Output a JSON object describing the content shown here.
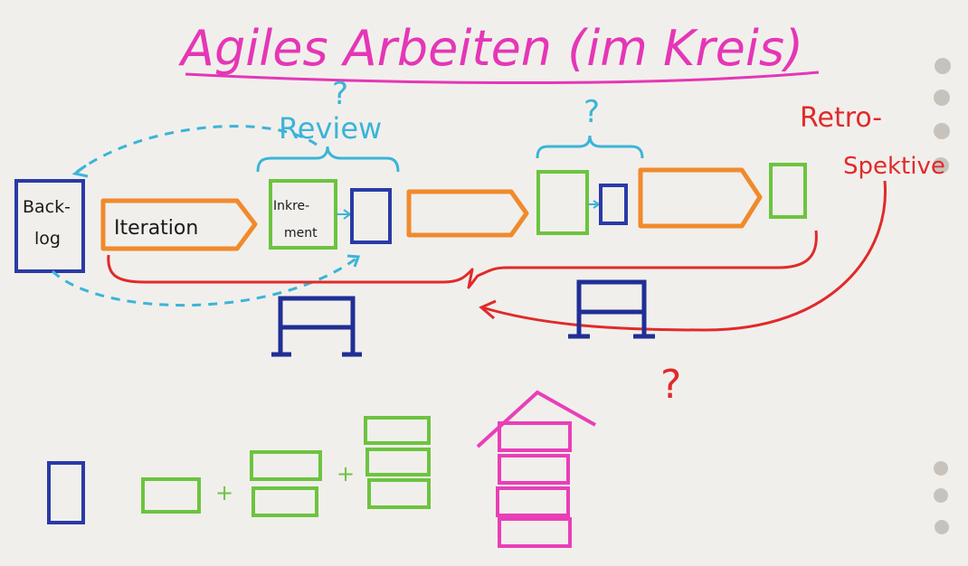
{
  "title": "Agiles Arbeiten (im Kreis)",
  "labels": {
    "backlog_line1": "Back-",
    "backlog_line2": "log",
    "iteration": "Iteration",
    "increment_line1": "Inkre-",
    "increment_line2": "ment",
    "review": "Review",
    "retro_line1": "Retro-",
    "retro_line2": "Spektive",
    "question_mark": "?",
    "plus": "+"
  },
  "colors": {
    "paper": "#f1efec",
    "title": "#e536b6",
    "backlog": "#2a3aa6",
    "iteration": "#f08a2c",
    "increment": "#6cc43f",
    "review": "#3bb4d8",
    "retro": "#e02a2a",
    "bar": "#1f2f95",
    "house": "#e93fb8",
    "text": "#1a1a1a",
    "hole": "#c7c3bc"
  }
}
